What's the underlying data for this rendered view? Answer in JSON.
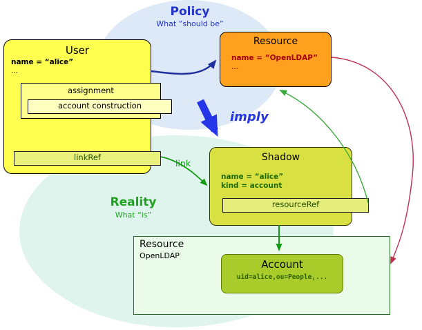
{
  "policy": {
    "title": "Policy",
    "subtitle": "What “should be”"
  },
  "reality": {
    "title": "Reality",
    "subtitle": "What “is”"
  },
  "user": {
    "title": "User",
    "attr_name": "name = “alice”",
    "ellipsis": "...",
    "assignment": "assignment",
    "account_construction": "account construction",
    "linkref": "linkRef"
  },
  "resource_policy": {
    "title": "Resource",
    "attr_name": "name = “OpenLDAP”",
    "ellipsis": "..."
  },
  "shadow": {
    "title": "Shadow",
    "attr_name": "name = “alice”",
    "attr_kind": "kind = account",
    "resourceref": "resourceRef"
  },
  "resource_reality": {
    "title": "Resource",
    "subtitle": "OpenLDAP"
  },
  "account": {
    "title": "Account",
    "dn": "uid=alice,ou=People,..."
  },
  "labels": {
    "imply": "imply",
    "link": "link"
  },
  "colors": {
    "policy_blue": "#2233cc",
    "reality_green": "#1fa31f",
    "imply_blue": "#2436e8",
    "link_green": "#129a12",
    "user_yellow": "#ffff4f",
    "resource_orange": "#ffa01e",
    "shadow_olive": "#d9e042",
    "account_green": "#a9cc2a",
    "resource_real_bg": "#eafbea",
    "relation_red": "#c03050",
    "policy_arrow_navy": "#1f2f9e"
  }
}
